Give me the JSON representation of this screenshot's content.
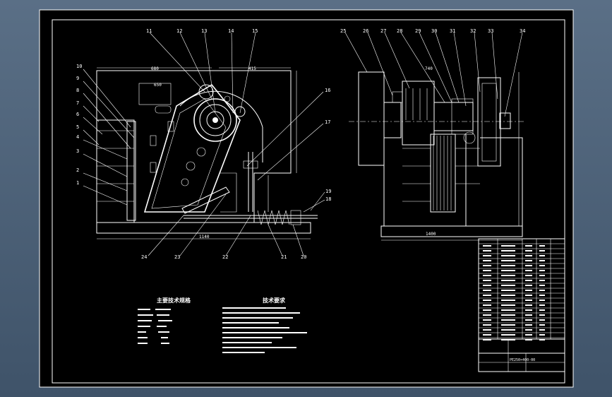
{
  "drawing": {
    "callouts_left": [
      "10",
      "9",
      "8",
      "7",
      "6",
      "5",
      "4",
      "3",
      "2",
      "1"
    ],
    "callouts_top_left": [
      "11",
      "12",
      "13",
      "14",
      "15"
    ],
    "callouts_right_of_left_view": [
      "16",
      "17",
      "18",
      "19"
    ],
    "callouts_bottom_left": [
      "24",
      "23",
      "22",
      "21",
      "20"
    ],
    "callouts_top_right": [
      "25",
      "26",
      "27",
      "28",
      "29",
      "30",
      "31",
      "32",
      "33",
      "34"
    ],
    "dimensions": [
      "680",
      "650",
      "415",
      "1140",
      "740",
      "1400"
    ],
    "spec_title": "主要技术规格",
    "tech_title": "技术要求",
    "title_block_code": "PE250×400-00"
  }
}
